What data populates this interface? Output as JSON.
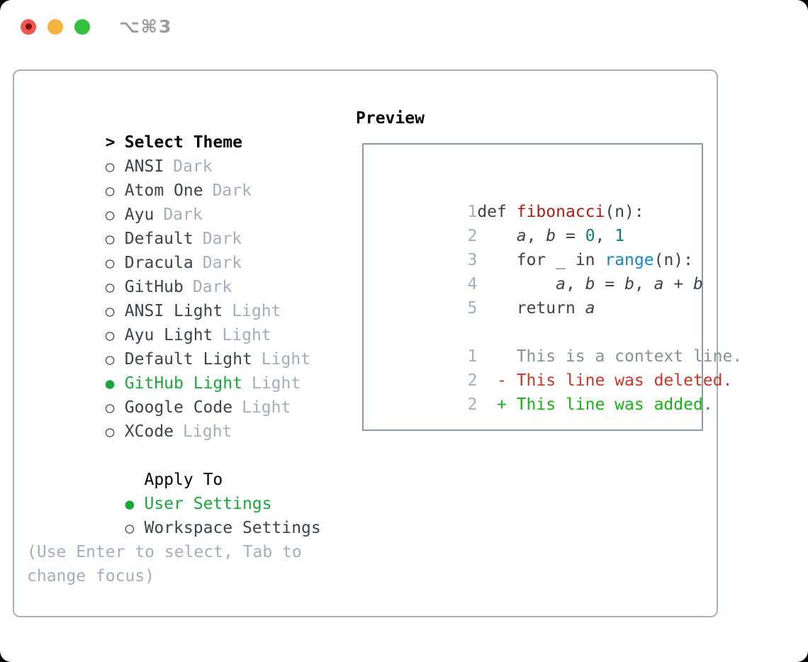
{
  "titlebar": {
    "shortcut": "⌥⌘3"
  },
  "colors": {
    "page-bg": "#000000",
    "window-bg": "#ffffff",
    "titlebar-shortcut": "#9b9b9b",
    "light-red": "#f4564d",
    "light-red-dot": "#7a1007",
    "light-yellow": "#f6b43e",
    "light-green": "#32c13e",
    "panel-border": "#a8b1bc",
    "preview-border": "#8d99a6",
    "heading": "#000000",
    "item-text": "#3c434b",
    "muted": "#a4aebb",
    "accent-green": "#17a83b",
    "line-number": "#a4aebc",
    "code-plain": "#3c434b",
    "code-function": "#a92019",
    "code-number": "#0e7d79",
    "code-builtin": "#1586c8",
    "diff-context": "#8a9097",
    "diff-deleted": "#c93526",
    "diff-added": "#13b413"
  },
  "theme_select": {
    "cursor": ">",
    "header": "Select Theme",
    "items": [
      {
        "name": "ANSI",
        "variant": "Dark",
        "selected": false
      },
      {
        "name": "Atom One",
        "variant": "Dark",
        "selected": false
      },
      {
        "name": "Ayu",
        "variant": "Dark",
        "selected": false
      },
      {
        "name": "Default",
        "variant": "Dark",
        "selected": false
      },
      {
        "name": "Dracula",
        "variant": "Dark",
        "selected": false
      },
      {
        "name": "GitHub",
        "variant": "Dark",
        "selected": false
      },
      {
        "name": "ANSI Light",
        "variant": "Light",
        "selected": false
      },
      {
        "name": "Ayu Light",
        "variant": "Light",
        "selected": false
      },
      {
        "name": "Default Light",
        "variant": "Light",
        "selected": false
      },
      {
        "name": "GitHub Light",
        "variant": "Light",
        "selected": true
      },
      {
        "name": "Google Code",
        "variant": "Light",
        "selected": false
      },
      {
        "name": "XCode",
        "variant": "Light",
        "selected": false
      }
    ]
  },
  "apply_to": {
    "header": "Apply To",
    "items": [
      {
        "name": "User Settings",
        "selected": true
      },
      {
        "name": "Workspace Settings",
        "selected": false
      }
    ]
  },
  "help": "(Use Enter to select, Tab to change focus)",
  "preview": {
    "header": "Preview",
    "code_lines": [
      {
        "num": "1",
        "tokens": [
          {
            "text": "def ",
            "type": "plain"
          },
          {
            "text": "fibonacci",
            "type": "function"
          },
          {
            "text": "(n):",
            "type": "plain"
          }
        ]
      },
      {
        "num": "2",
        "tokens": [
          {
            "text": "    ",
            "type": "plain"
          },
          {
            "text": "a",
            "type": "var"
          },
          {
            "text": ", ",
            "type": "plain"
          },
          {
            "text": "b",
            "type": "var"
          },
          {
            "text": " = ",
            "type": "plain"
          },
          {
            "text": "0",
            "type": "number"
          },
          {
            "text": ", ",
            "type": "plain"
          },
          {
            "text": "1",
            "type": "number"
          }
        ]
      },
      {
        "num": "3",
        "tokens": [
          {
            "text": "    for _ in ",
            "type": "plain"
          },
          {
            "text": "range",
            "type": "builtin"
          },
          {
            "text": "(n):",
            "type": "plain"
          }
        ]
      },
      {
        "num": "4",
        "tokens": [
          {
            "text": "        ",
            "type": "plain"
          },
          {
            "text": "a",
            "type": "var"
          },
          {
            "text": ", ",
            "type": "plain"
          },
          {
            "text": "b",
            "type": "var"
          },
          {
            "text": " = ",
            "type": "plain"
          },
          {
            "text": "b",
            "type": "var"
          },
          {
            "text": ", ",
            "type": "plain"
          },
          {
            "text": "a",
            "type": "var"
          },
          {
            "text": " + ",
            "type": "plain"
          },
          {
            "text": "b",
            "type": "var"
          }
        ]
      },
      {
        "num": "5",
        "tokens": [
          {
            "text": "    return ",
            "type": "plain"
          },
          {
            "text": "a",
            "type": "var"
          }
        ]
      }
    ],
    "diff_lines": [
      {
        "num": "1",
        "sign": "",
        "text": "This is a context line.",
        "type": "context"
      },
      {
        "num": "2",
        "sign": "-",
        "text": "This line was deleted.",
        "type": "deleted"
      },
      {
        "num": "2",
        "sign": "+",
        "text": "This line was added.",
        "type": "added"
      }
    ]
  }
}
